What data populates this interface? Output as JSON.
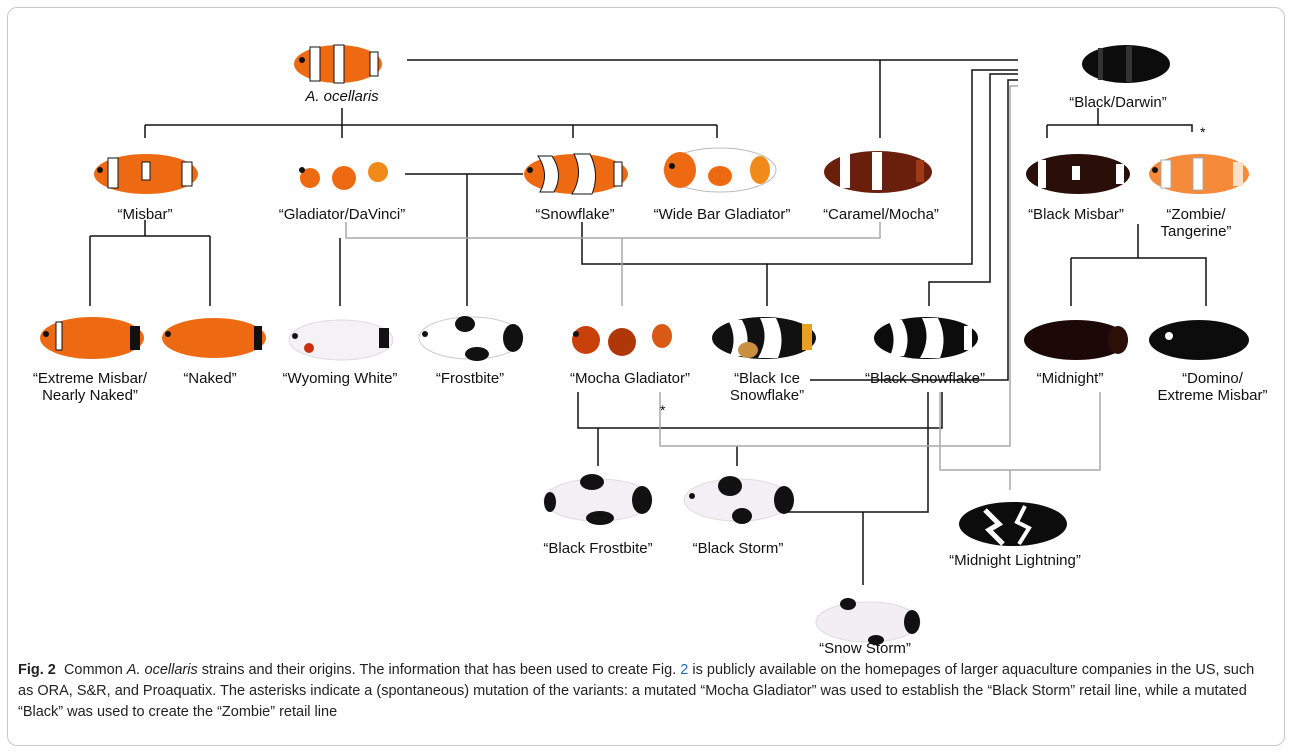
{
  "strains": {
    "ocellaris": "A. ocellaris",
    "black_darwin": "“Black/Darwin”",
    "misbar": "“Misbar”",
    "gladiator": "“Gladiator/DaVinci”",
    "snowflake": "“Snowflake”",
    "wide_bar": "“Wide Bar Gladiator”",
    "caramel": "“Caramel/Mocha”",
    "black_misbar": "“Black Misbar”",
    "zombie_1": "“Zombie/",
    "zombie_2": "Tangerine”",
    "extreme_misbar_1": "“Extreme Misbar/",
    "extreme_misbar_2": "Nearly Naked”",
    "naked": "“Naked”",
    "wyoming": "“Wyoming White”",
    "frostbite": "“Frostbite”",
    "mocha_gladiator": "“Mocha Gladiator”",
    "black_ice_1": "“Black Ice",
    "black_ice_2": "Snowflake”",
    "black_snowflake": "“Black Snowflake”",
    "midnight": "“Midnight”",
    "domino_1": "“Domino/",
    "domino_2": "Extreme Misbar”",
    "black_frostbite": "“Black Frostbite”",
    "black_storm": "“Black Storm”",
    "midnight_lightning": "“Midnight Lightning”",
    "snow_storm": "“Snow Storm”"
  },
  "asterisk": "*",
  "caption": {
    "label": "Fig. 2",
    "part1": "Common",
    "species": "A. ocellaris",
    "part2": "strains and their origins. The information that has been used to create Fig.",
    "figref": "2",
    "part3": "is publicly available on the homepages of larger aquaculture companies in the US, such as ORA, S&R, and Proaquatix. The asterisks indicate a (spontaneous) mutation of the variants: a mutated “Mocha Gladiator” was used to establish the “Black Storm” retail line, while a mutated “Black” was used to create the “Zombie” retail line"
  },
  "colors": {
    "orange": "#ee6a12",
    "dark_brown": "#3a160c",
    "black": "#0c0c0c",
    "white_band": "#ffffff",
    "caramel_brown": "#6a1f0c",
    "tangerine": "#f48a3a",
    "line_black": "#111111",
    "line_gray": "#a9a9a9",
    "link_blue": "#2a6ebb"
  }
}
